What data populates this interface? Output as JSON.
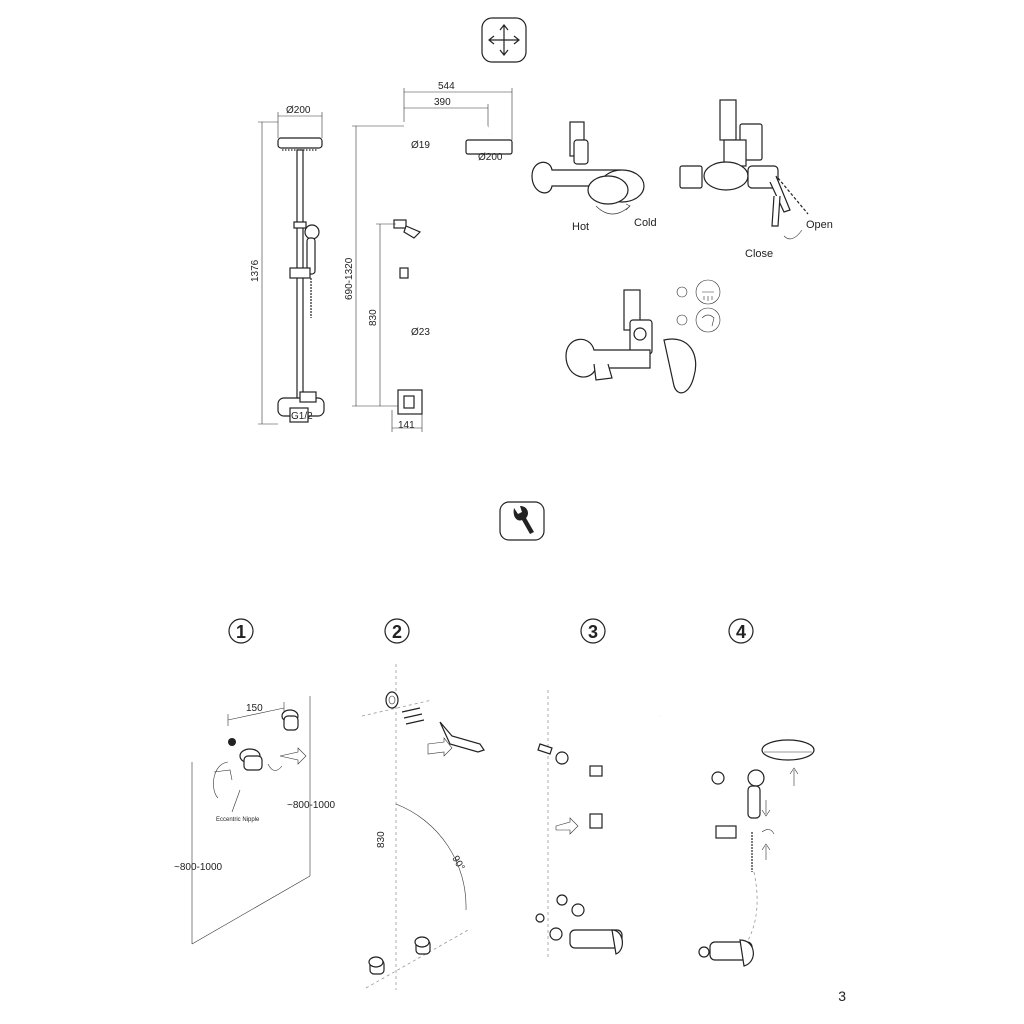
{
  "dimensions": {
    "head_diameter_front": "Ø200",
    "total_height": "1376",
    "inlet_thread": "G1/2",
    "arm_length_total": "544",
    "arm_length": "390",
    "riser_diameter": "Ø19",
    "head_diameter_side": "Ø200",
    "adjust_height": "690-1320",
    "lower_height": "830",
    "lower_pipe_diameter": "Ø23",
    "depth": "141"
  },
  "labels": {
    "hot": "Hot",
    "cold": "Cold",
    "open": "Open",
    "close": "Close"
  },
  "steps": {
    "s1": "1",
    "s2": "2",
    "s3": "3",
    "s4": "4"
  },
  "install": {
    "spacing": "150",
    "height_range_a": "~800-1000",
    "height_range_b": "~800-1000",
    "eccentric": "Eccentric Nipple",
    "wall_height": "830",
    "angle": "90°"
  },
  "icons": [
    "dimensions-icon",
    "wrench-icon"
  ],
  "page_number": "3"
}
